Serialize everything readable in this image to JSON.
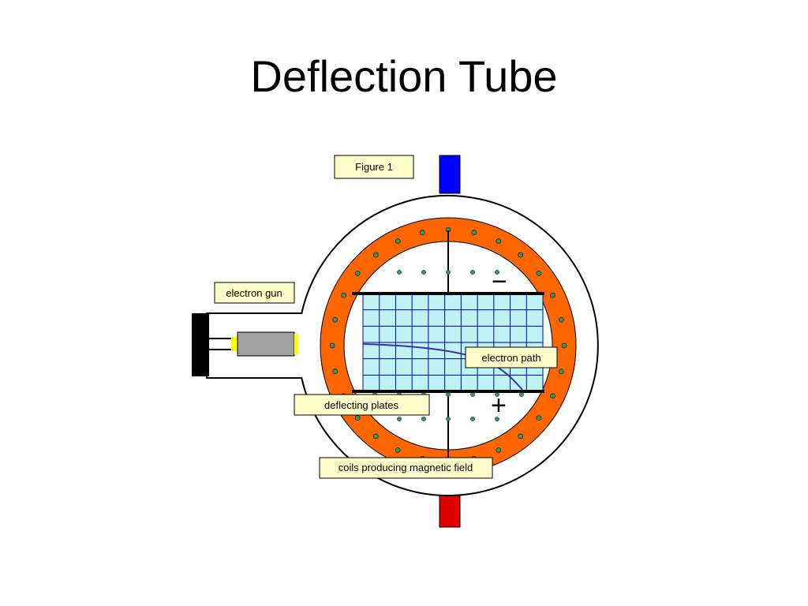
{
  "title": "Deflection Tube",
  "labels": {
    "figure": "Figure 1",
    "electron_gun": "electron gun",
    "electron_path": "electron path",
    "deflecting_plates": "deflecting plates",
    "coils": "coils producing magnetic field"
  },
  "signs": {
    "negative": "−",
    "positive": "+"
  },
  "colors": {
    "coil_ring": "#ff6600",
    "screen_fill": "#bff2f2",
    "grid_line": "#0000aa",
    "field_dot": "#339966",
    "label_fill": "#ffffcc",
    "connector_top": "#0000ff",
    "connector_bottom": "#e00000",
    "electron_path_line": "#3333aa",
    "gun_body": "#a0a0a0",
    "gun_tip": "#ffff00"
  }
}
